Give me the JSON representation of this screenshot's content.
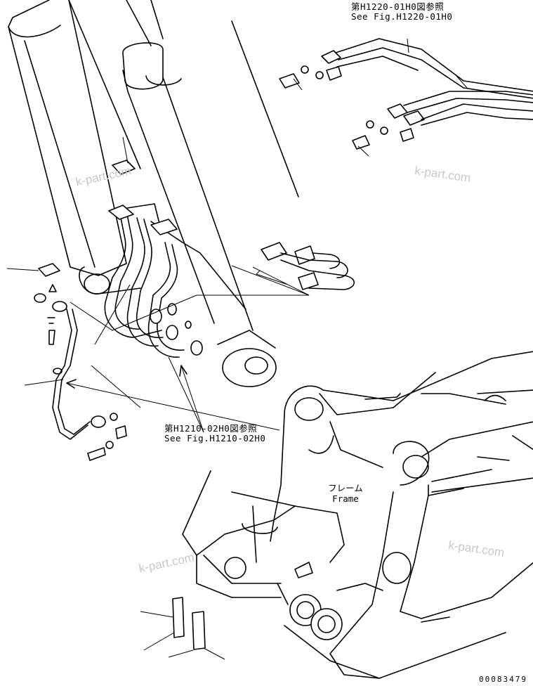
{
  "references": {
    "top": {
      "jp": "第H1220-01H0図参照",
      "en": "See Fig.H1220-01H0"
    },
    "middle": {
      "jp": "第H1210-02H0図参照",
      "en": "See Fig.H1210-02H0"
    }
  },
  "frame_label": {
    "jp": "フレーム",
    "en": "Frame"
  },
  "watermarks": [
    "k-part.com",
    "k-part.com",
    "k-part.com",
    "k-part.com"
  ],
  "drawing_number": "00083479"
}
